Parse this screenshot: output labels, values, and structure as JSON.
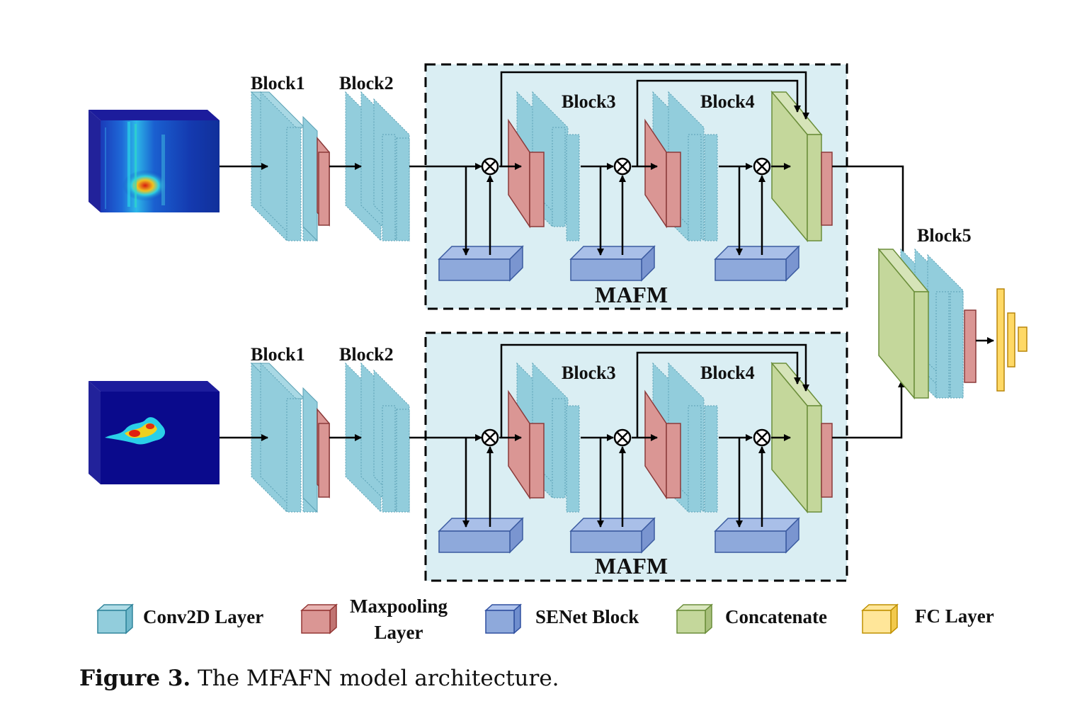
{
  "branches": [
    {
      "block1_label": "Block1",
      "block2_label": "Block2",
      "block3_label": "Block3",
      "block4_label": "Block4",
      "module_label": "MAFM"
    },
    {
      "block1_label": "Block1",
      "block2_label": "Block2",
      "block3_label": "Block3",
      "block4_label": "Block4",
      "module_label": "MAFM"
    }
  ],
  "block5_label": "Block5",
  "legend": {
    "conv": "Conv2D Layer",
    "maxpool_line1": "Maxpooling",
    "maxpool_line2": "Layer",
    "senet": "SENet Block",
    "concat": "Concatenate",
    "fc": "FC Layer"
  },
  "caption": {
    "label": "Figure 3.",
    "text": "The MFAFN model architecture."
  },
  "colors": {
    "conv": "#92CDDC",
    "maxpool": "#DA9694",
    "senet": "#8EA9DB",
    "concat": "#C4D79B",
    "fc": "#FFD966",
    "mafm_bg": "#DAEEF3",
    "spectrogram_bg": "#0A0A8C"
  }
}
